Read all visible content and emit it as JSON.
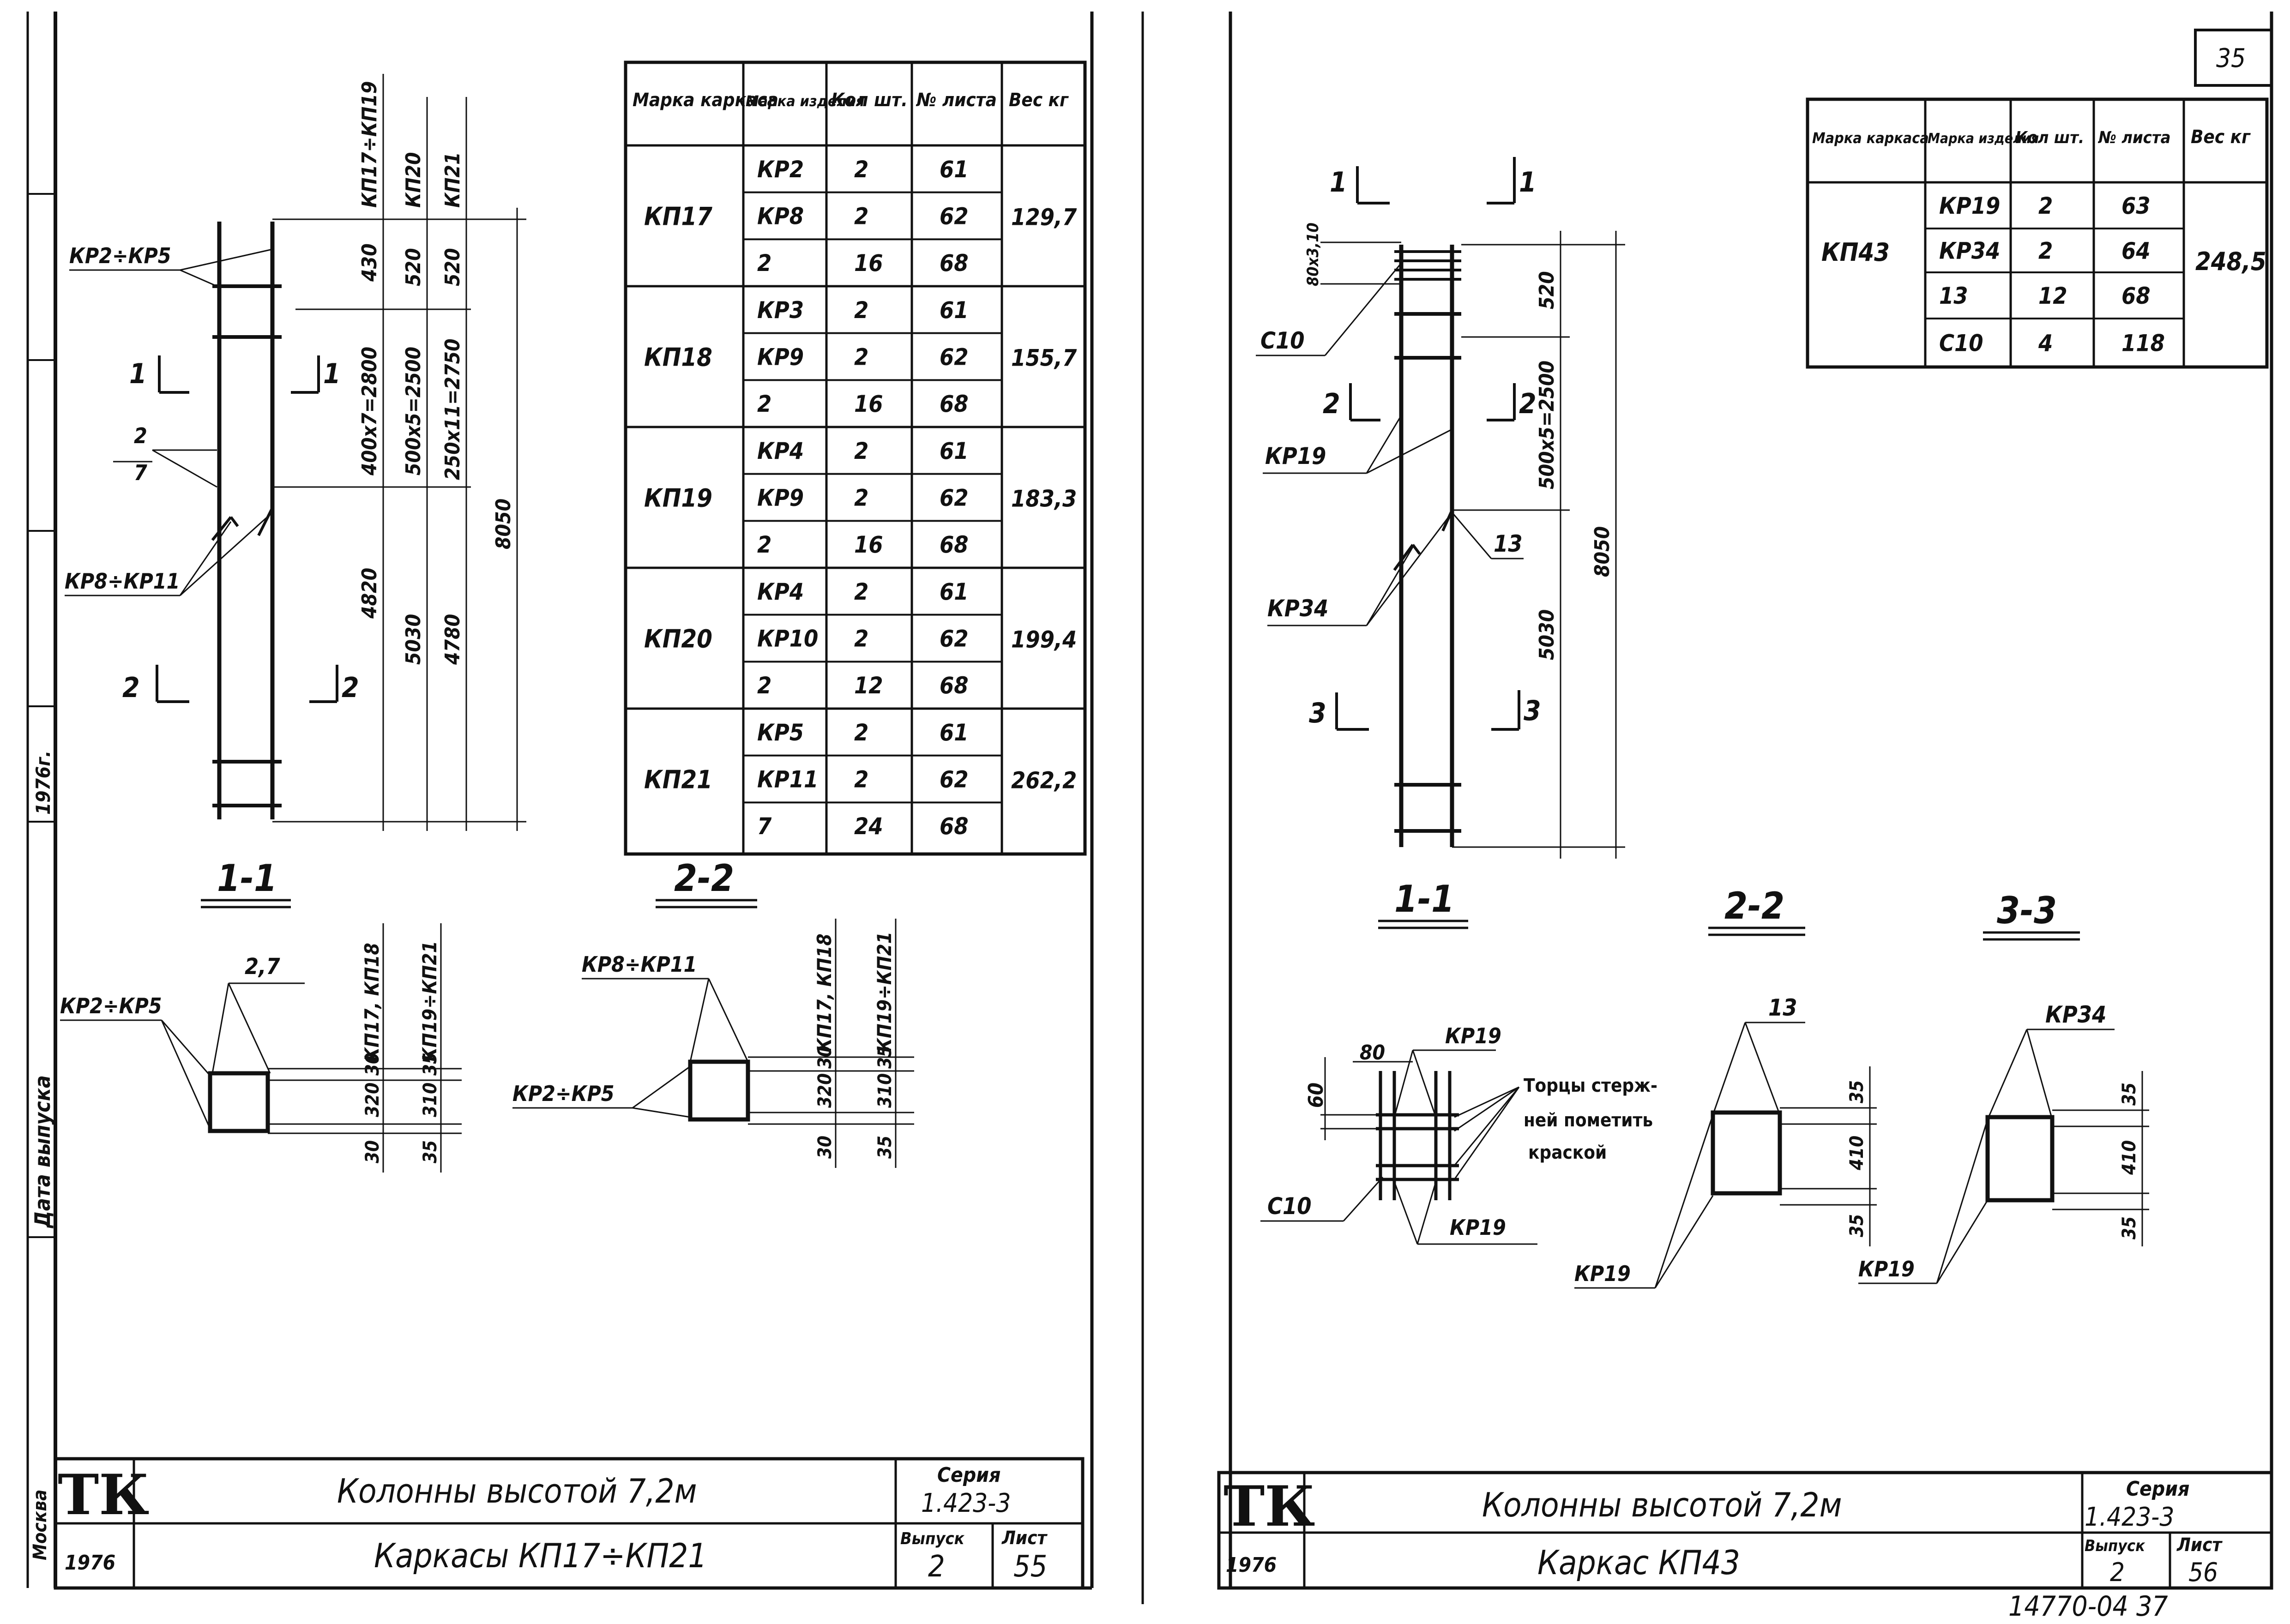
{
  "left": {
    "sheet_number": "55",
    "series_label": "Серия",
    "series": "1.423-3",
    "issue_label": "Выпуск",
    "issue": "2",
    "sheet_label": "Лист",
    "title_main": "Колонны высотой 7,2м",
    "title_sub": "Каркасы КП17÷КП21",
    "year": "1976",
    "logo": "ТК",
    "side_year": "1976г.",
    "side_date": "Дата выпуска",
    "side_name": "Москва",
    "elevation": {
      "col_headers": [
        "КП17÷КП19",
        "КП20",
        "КП21"
      ],
      "dims_col1": [
        "430",
        "400х7=2800",
        "4820"
      ],
      "dims_col2": [
        "520",
        "500х5=2500",
        "5030"
      ],
      "dims_col3": [
        "520",
        "250х11=2750",
        "4780"
      ],
      "total": "8050",
      "callouts": [
        "КР2÷КР5",
        "2",
        "7",
        "КР8÷КР11"
      ],
      "sections": [
        "1",
        "1",
        "2",
        "2"
      ]
    },
    "section_11": {
      "title": "1-1",
      "labels": [
        "2,7",
        "КР2÷КР5"
      ],
      "header1": "КП17, КП18",
      "header2": "КП19÷КП21",
      "dims1": [
        "30",
        "320",
        "30"
      ],
      "dims2": [
        "35",
        "310",
        "35"
      ]
    },
    "section_22": {
      "title": "2-2",
      "labels": [
        "КР8÷КР11",
        "КР2÷КР5"
      ],
      "header1": "КП17, КП18",
      "header2": "КП19÷КП21",
      "dims1": [
        "30",
        "320",
        "30"
      ],
      "dims2": [
        "35",
        "310",
        "35"
      ]
    },
    "table": {
      "headers": [
        "Марка каркаса",
        "Марка изделия",
        "Кол шт.",
        "№ листа",
        "Вес кг"
      ],
      "groups": [
        {
          "frame": "КП17",
          "weight": "129,7",
          "rows": [
            [
              "КР2",
              "2",
              "61"
            ],
            [
              "КР8",
              "2",
              "62"
            ],
            [
              "2",
              "16",
              "68"
            ]
          ]
        },
        {
          "frame": "КП18",
          "weight": "155,7",
          "rows": [
            [
              "КР3",
              "2",
              "61"
            ],
            [
              "КР9",
              "2",
              "62"
            ],
            [
              "2",
              "16",
              "68"
            ]
          ]
        },
        {
          "frame": "КП19",
          "weight": "183,3",
          "rows": [
            [
              "КР4",
              "2",
              "61"
            ],
            [
              "КР9",
              "2",
              "62"
            ],
            [
              "2",
              "16",
              "68"
            ]
          ]
        },
        {
          "frame": "КП20",
          "weight": "199,4",
          "rows": [
            [
              "КР4",
              "2",
              "61"
            ],
            [
              "КР10",
              "2",
              "62"
            ],
            [
              "2",
              "12",
              "68"
            ]
          ]
        },
        {
          "frame": "КП21",
          "weight": "262,2",
          "rows": [
            [
              "КР5",
              "2",
              "61"
            ],
            [
              "КР11",
              "2",
              "62"
            ],
            [
              "7",
              "24",
              "68"
            ]
          ]
        }
      ]
    }
  },
  "right": {
    "page_number": "35",
    "sheet_number": "56",
    "series_label": "Серия",
    "series": "1.423-3",
    "issue_label": "Выпуск",
    "issue": "2",
    "sheet_label": "Лист",
    "title_main": "Колонны высотой 7,2м",
    "title_sub": "Каркас КП43",
    "year": "1976",
    "logo": "ТК",
    "archive_number": "14770-04 37",
    "elevation": {
      "dims": [
        "520",
        "500х5=2500",
        "5030"
      ],
      "total": "8050",
      "top_label": "80х3,10",
      "callouts": [
        "С10",
        "КР19",
        "КР34",
        "13"
      ],
      "sections": [
        "1",
        "1",
        "2",
        "2",
        "3",
        "3"
      ]
    },
    "section_titles": [
      "1-1",
      "2-2",
      "3-3"
    ],
    "section_11": {
      "labels": [
        "80",
        "КР19",
        "60",
        "С10",
        "КР19"
      ],
      "note_lines": [
        "Торцы стерж-",
        "ней пометить",
        "краской"
      ]
    },
    "section_22": {
      "labels": [
        "13",
        "КР19"
      ],
      "dims": [
        "35",
        "410",
        "35"
      ]
    },
    "section_33": {
      "labels": [
        "КР34",
        "КР19"
      ],
      "dims": [
        "35",
        "410",
        "35"
      ]
    },
    "table": {
      "headers": [
        "Марка каркаса",
        "Марка изделия",
        "Кол шт.",
        "№ листа",
        "Вес кг"
      ],
      "frame": "КП43",
      "weight": "248,5",
      "rows": [
        [
          "КР19",
          "2",
          "63"
        ],
        [
          "КР34",
          "2",
          "64"
        ],
        [
          "13",
          "12",
          "68"
        ],
        [
          "С10",
          "4",
          "118"
        ]
      ]
    }
  }
}
